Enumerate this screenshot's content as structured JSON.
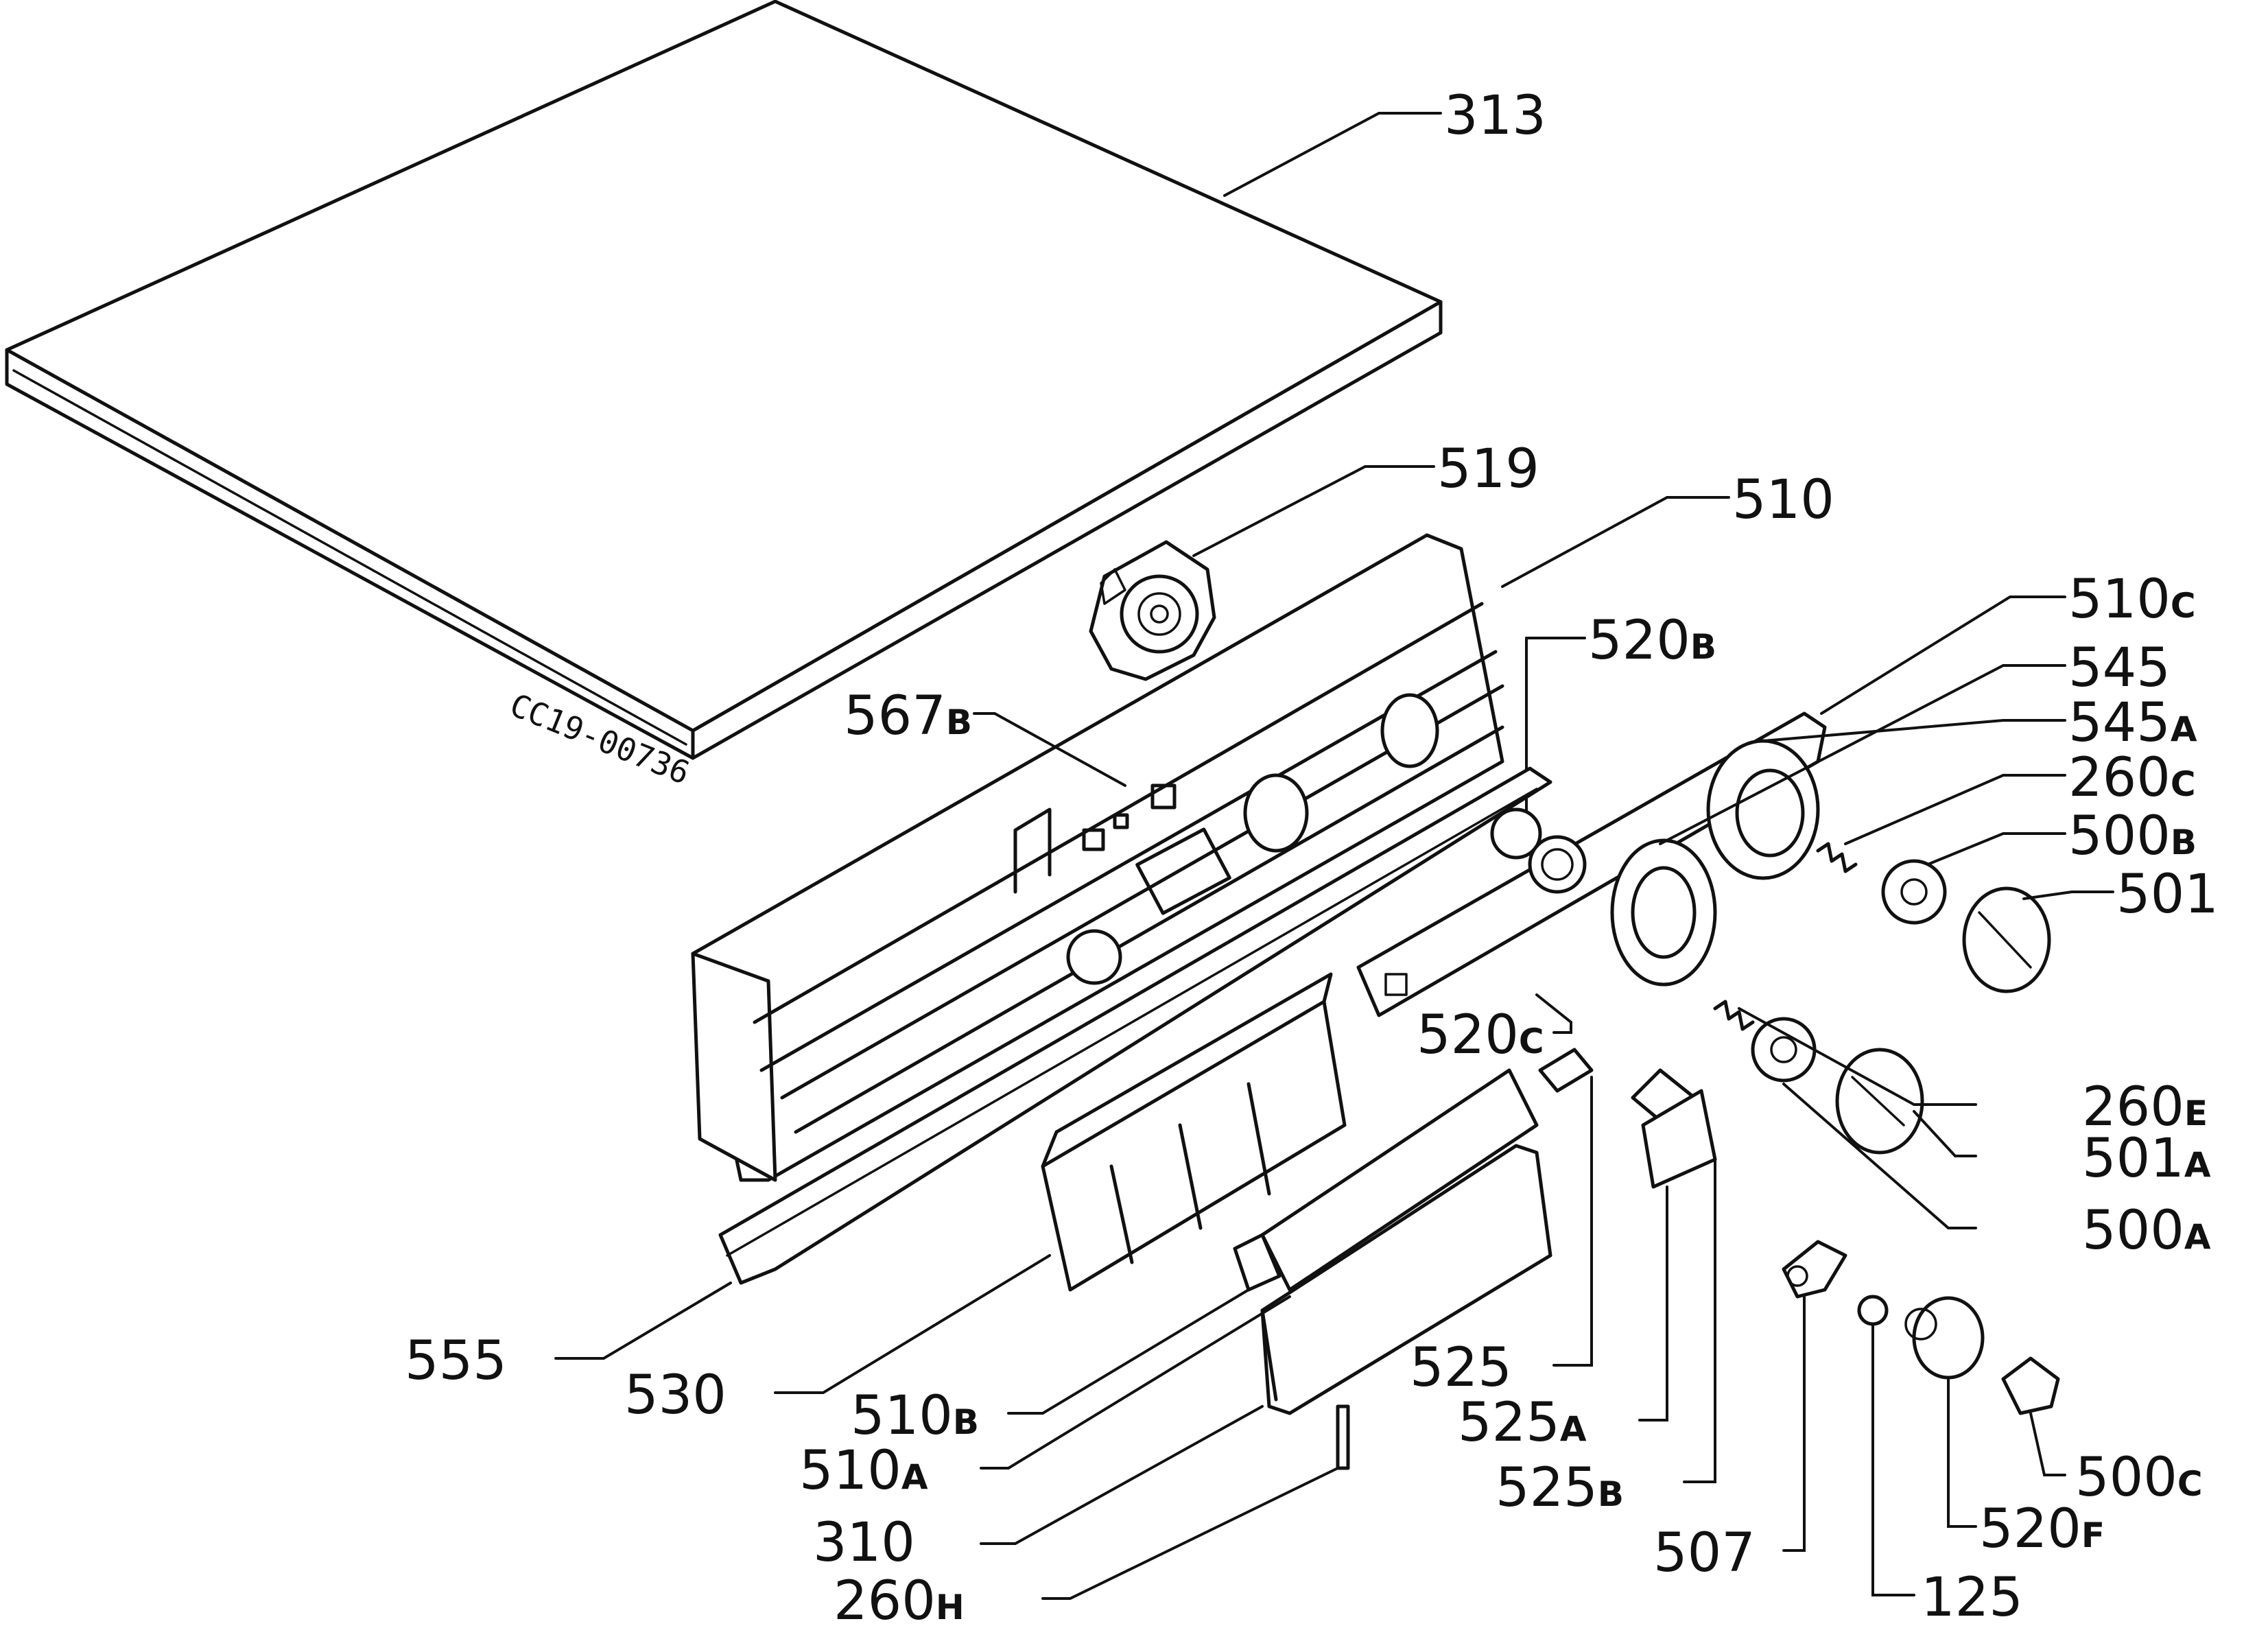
{
  "document_code": "CC19-00736",
  "callouts": [
    {
      "id": "c313",
      "num": "313",
      "sfx": ""
    },
    {
      "id": "c519",
      "num": "519",
      "sfx": ""
    },
    {
      "id": "c510",
      "num": "510",
      "sfx": ""
    },
    {
      "id": "c520b",
      "num": "520",
      "sfx": "B"
    },
    {
      "id": "c567b",
      "num": "567",
      "sfx": "B"
    },
    {
      "id": "c510c",
      "num": "510",
      "sfx": "C"
    },
    {
      "id": "c545",
      "num": "545",
      "sfx": ""
    },
    {
      "id": "c545a",
      "num": "545",
      "sfx": "A"
    },
    {
      "id": "c260c",
      "num": "260",
      "sfx": "C"
    },
    {
      "id": "c500b",
      "num": "500",
      "sfx": "B"
    },
    {
      "id": "c501",
      "num": "501",
      "sfx": ""
    },
    {
      "id": "c520c",
      "num": "520",
      "sfx": "C"
    },
    {
      "id": "c260e",
      "num": "260",
      "sfx": "E"
    },
    {
      "id": "c501a",
      "num": "501",
      "sfx": "A"
    },
    {
      "id": "c500a",
      "num": "500",
      "sfx": "A"
    },
    {
      "id": "c555",
      "num": "555",
      "sfx": ""
    },
    {
      "id": "c530",
      "num": "530",
      "sfx": ""
    },
    {
      "id": "c510b",
      "num": "510",
      "sfx": "B"
    },
    {
      "id": "c525",
      "num": "525",
      "sfx": ""
    },
    {
      "id": "c525a",
      "num": "525",
      "sfx": "A"
    },
    {
      "id": "c510a",
      "num": "510",
      "sfx": "A"
    },
    {
      "id": "c525b",
      "num": "525",
      "sfx": "B"
    },
    {
      "id": "c500c",
      "num": "500",
      "sfx": "C"
    },
    {
      "id": "c520f",
      "num": "520",
      "sfx": "F"
    },
    {
      "id": "c310",
      "num": "310",
      "sfx": ""
    },
    {
      "id": "c507",
      "num": "507",
      "sfx": ""
    },
    {
      "id": "c260h",
      "num": "260",
      "sfx": "H"
    },
    {
      "id": "c125",
      "num": "125",
      "sfx": ""
    }
  ]
}
